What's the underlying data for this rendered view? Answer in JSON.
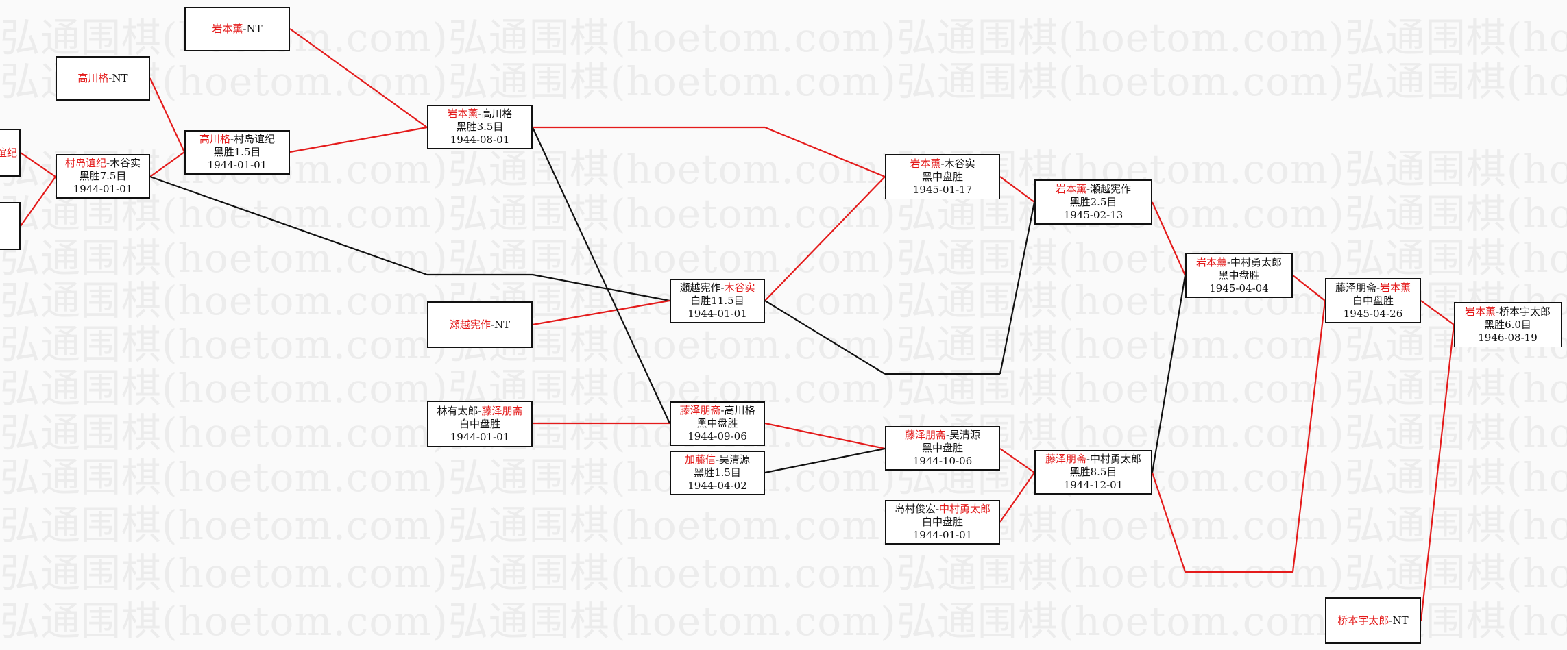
{
  "watermark": "弘通围棋(hoetom.com)",
  "colors": {
    "winner": "#e41b1b",
    "line_win": "#e41b1b",
    "line_loss": "#111111",
    "border": "#111111",
    "watermark": "#ececec"
  },
  "nodes": {
    "n1": {
      "p1": "",
      "sep": "",
      "p2": "谊纪",
      "result": "",
      "date": ""
    },
    "n2": {
      "p1": "",
      "sep": "",
      "p2": "",
      "result": "",
      "date": ""
    },
    "n3": {
      "p1": "高川格",
      "sep": "-",
      "p2": "NT",
      "result": "",
      "date": ""
    },
    "n4": {
      "p1": "村岛谊纪",
      "sep": "-",
      "p2": "木谷实",
      "result": "黑胜7.5目",
      "date": "1944-01-01"
    },
    "n5": {
      "p1": "岩本薰",
      "sep": "-",
      "p2": "NT",
      "result": "",
      "date": ""
    },
    "n6": {
      "p1": "高川格",
      "sep": "-",
      "p2": "村岛谊纪",
      "result": "黑胜1.5目",
      "date": "1944-01-01"
    },
    "n7": {
      "p1": "岩本薰",
      "sep": "-",
      "p2": "高川格",
      "result": "黑胜3.5目",
      "date": "1944-08-01"
    },
    "n8": {
      "p1": "瀬越宪作",
      "sep": "-",
      "p2": "NT",
      "result": "",
      "date": ""
    },
    "n9": {
      "p1": "林有太郎",
      "sep": "-",
      "p2": "藤泽朋斋",
      "result": "白中盘胜",
      "date": "1944-01-01"
    },
    "n10": {
      "p1": "瀬越宪作",
      "sep": "-",
      "p2": "木谷实",
      "result": "白胜11.5目",
      "date": "1944-01-01"
    },
    "n11": {
      "p1": "藤泽朋斋",
      "sep": "-",
      "p2": "高川格",
      "result": "黑中盘胜",
      "date": "1944-09-06"
    },
    "n12": {
      "p1": "加藤信",
      "sep": "-",
      "p2": "吴清源",
      "result": "黑胜1.5目",
      "date": "1944-04-02"
    },
    "n13": {
      "p1": "岩本薰",
      "sep": "-",
      "p2": "木谷实",
      "result": "黑中盘胜",
      "date": "1945-01-17"
    },
    "n14": {
      "p1": "藤泽朋斋",
      "sep": "-",
      "p2": "吴清源",
      "result": "黑中盘胜",
      "date": "1944-10-06"
    },
    "n15": {
      "p1": "岛村俊宏",
      "sep": "-",
      "p2": "中村勇太郎",
      "result": "白中盘胜",
      "date": "1944-01-01"
    },
    "n16": {
      "p1": "岩本薰",
      "sep": "-",
      "p2": "瀬越宪作",
      "result": "黑胜2.5目",
      "date": "1945-02-13"
    },
    "n17": {
      "p1": "藤泽朋斋",
      "sep": "-",
      "p2": "中村勇太郎",
      "result": "黑胜8.5目",
      "date": "1944-12-01"
    },
    "n18": {
      "p1": "岩本薰",
      "sep": "-",
      "p2": "中村勇太郎",
      "result": "黑中盘胜",
      "date": "1945-04-04"
    },
    "n19": {
      "p1": "藤泽朋斋",
      "sep": "-",
      "p2": "岩本薰",
      "result": "白中盘胜",
      "date": "1945-04-26"
    },
    "n20": {
      "p1": "岩本薰",
      "sep": "-",
      "p2": "桥本宇太郎",
      "result": "黑胜6.0目",
      "date": "1946-08-19"
    },
    "n21": {
      "p1": "桥本宇太郎",
      "sep": "-",
      "p2": "NT",
      "result": "",
      "date": ""
    }
  }
}
